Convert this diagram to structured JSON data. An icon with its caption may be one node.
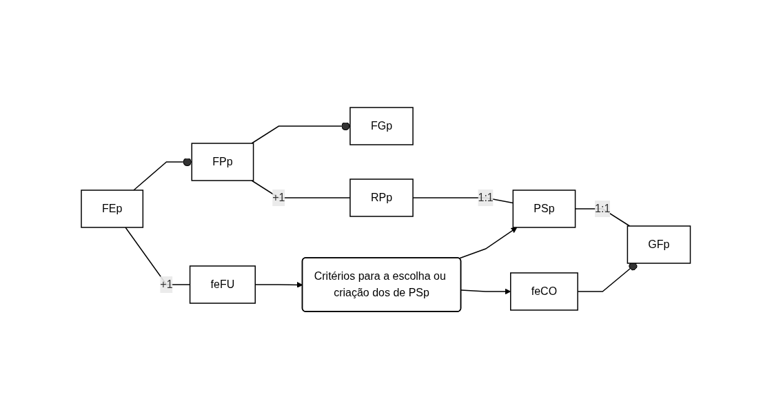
{
  "diagram": {
    "nodes": [
      {
        "text": [
          "FGp"
        ]
      },
      {
        "text": [
          "FPp"
        ]
      },
      {
        "text": [
          "RPp"
        ]
      },
      {
        "text": [
          "PSp"
        ]
      },
      {
        "text": [
          "GFp"
        ]
      },
      {
        "text": [
          "FEp"
        ]
      },
      {
        "text": [
          "Critérios para a escolha ou criação dos de PSp"
        ]
      },
      {
        "text": [
          "feCO"
        ]
      },
      {
        "text": [
          "feFU"
        ]
      }
    ],
    "edges": [
      {
        "from": 1,
        "to": 0,
        "arrow": "other"
      },
      {
        "from": 1,
        "to": 2,
        "arrow": "none",
        "label": "+1"
      },
      {
        "from": 2,
        "to": 3,
        "arrow": "none",
        "label": "1:1"
      },
      {
        "from": 3,
        "to": 4,
        "arrow": "none",
        "label": "1:1"
      },
      {
        "from": 5,
        "to": 1,
        "arrow": "other"
      },
      {
        "from": 7,
        "to": 4,
        "arrow": "other"
      },
      {
        "from": 5,
        "to": 8,
        "arrow": "none",
        "label": "+1"
      },
      {
        "from": 8,
        "to": 6,
        "arrow": "to"
      },
      {
        "from": 6,
        "to": 3,
        "arrow": "to"
      },
      {
        "from": 6,
        "to": 7,
        "arrow": "to"
      }
    ]
  }
}
